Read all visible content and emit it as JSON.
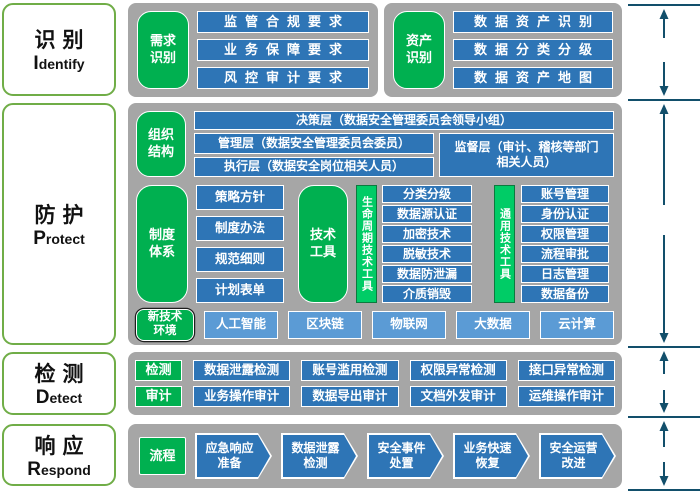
{
  "palette": {
    "deep_blue": "#2E75B6",
    "light_blue": "#5B9BD5",
    "green": "#00B050",
    "bright_green": "#00CC66",
    "container_gray": "#A6A6A6",
    "arrow_teal": "#124F6B",
    "label_border_green": "#70AD47"
  },
  "left_labels": [
    {
      "zh": "识别",
      "en": "Identify"
    },
    {
      "zh": "防护",
      "en": "Protect"
    },
    {
      "zh": "检测",
      "en": "Detect"
    },
    {
      "zh": "响应",
      "en": "Respond"
    }
  ],
  "identify": {
    "requirement": {
      "category": "需求\n识别",
      "items": [
        "监管合规要求",
        "业务保障要求",
        "风控审计要求"
      ]
    },
    "asset": {
      "category": "资产\n识别",
      "items": [
        "数据资产识别",
        "数据分类分级",
        "数据资产地图"
      ]
    }
  },
  "protect": {
    "organization": {
      "category": "组织\n结构",
      "decision": "决策层（数据安全管理委员会领导小组）",
      "management": "管理层（数据安全管理委员会委员）",
      "execution": "执行层（数据安全岗位相关人员）",
      "supervision": "监督层（审计、稽核等部门\n相关人员）"
    },
    "policy": {
      "category": "制度\n体系",
      "items": [
        "策略方针",
        "制度办法",
        "规范细则",
        "计划表单"
      ]
    },
    "tech": {
      "category": "技术\n工具"
    },
    "lifecycle": {
      "label": "生命周期技术工具",
      "items": [
        "分类分级",
        "数据源认证",
        "加密技术",
        "脱敏技术",
        "数据防泄漏",
        "介质销毁"
      ]
    },
    "general": {
      "label": "通用技术工具",
      "items": [
        "账号管理",
        "身份认证",
        "权限管理",
        "流程审批",
        "日志管理",
        "数据备份"
      ]
    },
    "newtech": {
      "category": "新技术\n环境",
      "items": [
        "人工智能",
        "区块链",
        "物联网",
        "大数据",
        "云计算"
      ]
    }
  },
  "detect": {
    "detection": {
      "category": "检测",
      "items": [
        "数据泄露检测",
        "账号滥用检测",
        "权限异常检测",
        "接口异常检测"
      ]
    },
    "audit": {
      "category": "审计",
      "items": [
        "业务操作审计",
        "数据导出审计",
        "文档外发审计",
        "运维操作审计"
      ]
    }
  },
  "respond": {
    "category": "流程",
    "steps": [
      "应急响应\n准备",
      "数据泄露\n检测",
      "安全事件\n处置",
      "业务快速\n恢复",
      "安全运营\n改进"
    ]
  }
}
